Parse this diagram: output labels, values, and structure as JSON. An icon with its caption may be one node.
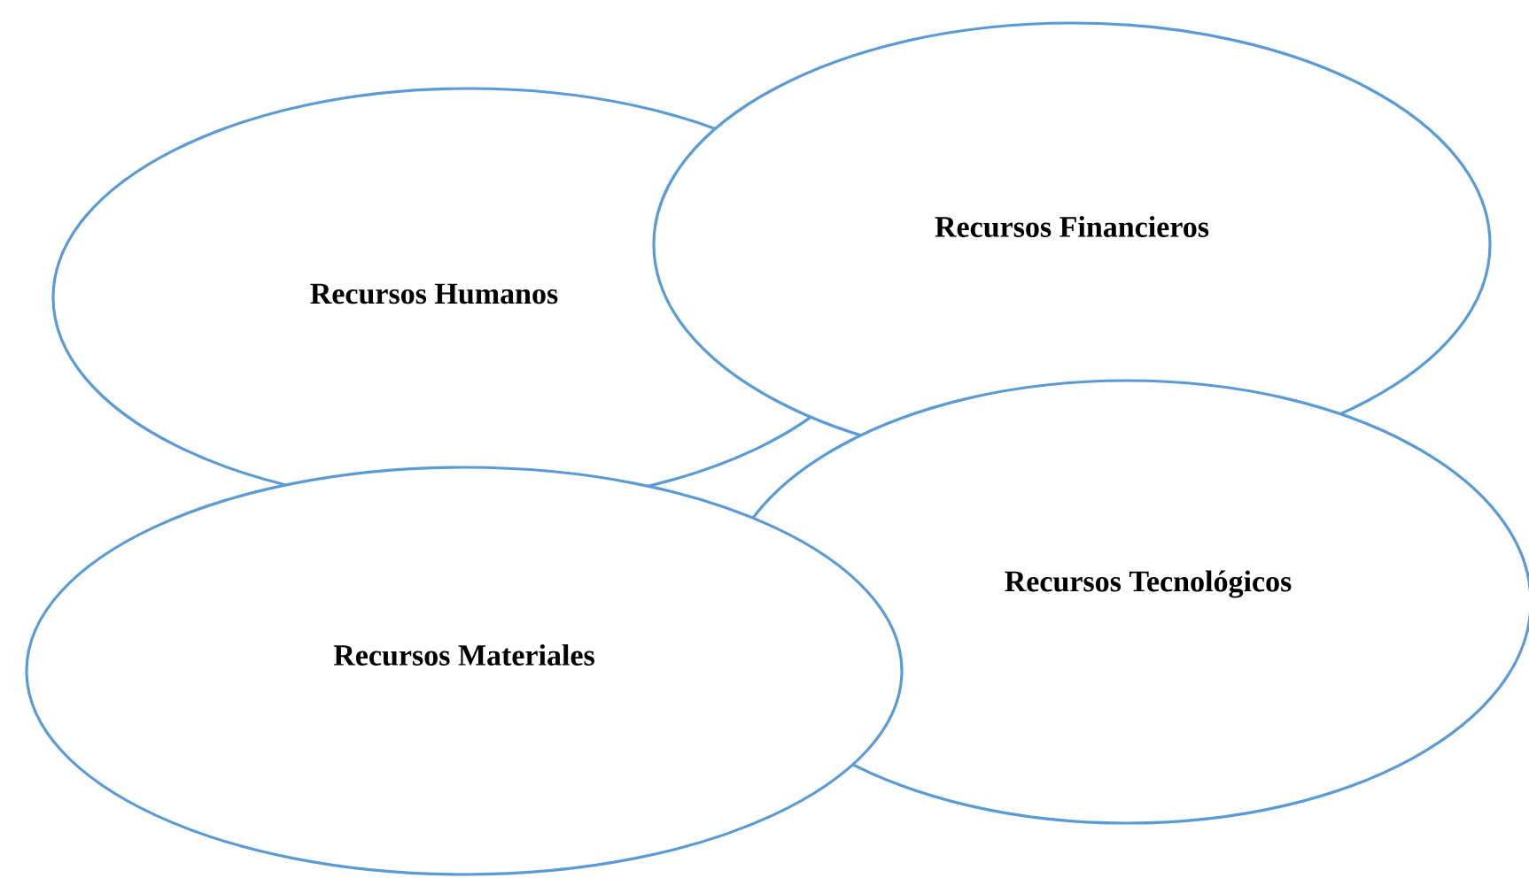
{
  "diagram": {
    "nodes": [
      {
        "text": [
          "Recursos Humanos"
        ]
      },
      {
        "text": [
          "Recursos Financieros"
        ]
      },
      {
        "text": [
          "Recursos Tecnológicos"
        ]
      },
      {
        "text": [
          "Recursos Materiales"
        ]
      }
    ]
  }
}
